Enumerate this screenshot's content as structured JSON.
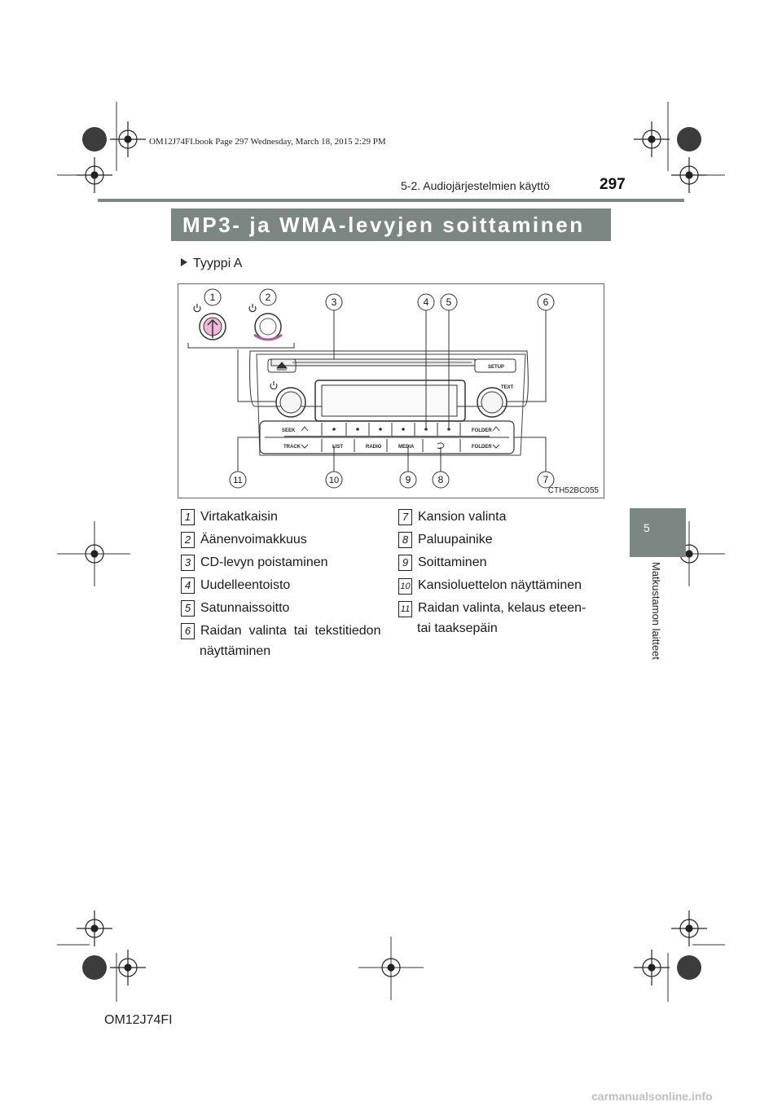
{
  "book_line": "OM12J74FI.book  Page 297  Wednesday, March 18, 2015  2:29 PM",
  "header": {
    "section": "5-2. Audiojärjestelmien käyttö",
    "page_number": "297"
  },
  "title": "MP3- ja WMA-levyjen soittaminen",
  "side_tab": {
    "chapter": "5",
    "label": "Matkustamon laitteet"
  },
  "subheading": "Tyyppi A",
  "figure": {
    "code": "CTH52BC055",
    "callouts": [
      "1",
      "2",
      "3",
      "4",
      "5",
      "6",
      "7",
      "8",
      "9",
      "10",
      "11"
    ],
    "unit_labels": {
      "setup": "SETUP",
      "text": "TEXT",
      "seek": "SEEK",
      "folder_up": "FOLDER",
      "track": "TRACK",
      "list": "LIST",
      "radio": "RADIO",
      "media": "MEDIA",
      "folder_down": "FOLDER"
    }
  },
  "legend_left": [
    {
      "n": "1",
      "lines": [
        "Virtakatkaisin"
      ]
    },
    {
      "n": "2",
      "lines": [
        "Äänenvoimakkuus"
      ]
    },
    {
      "n": "3",
      "lines": [
        "CD-levyn poistaminen"
      ]
    },
    {
      "n": "4",
      "lines": [
        "Uudelleentoisto"
      ]
    },
    {
      "n": "5",
      "lines": [
        "Satunnaissoitto"
      ]
    },
    {
      "n": "6",
      "lines": [
        "Raidan  valinta  tai  tekstitiedon",
        "näyttäminen"
      ]
    }
  ],
  "legend_right": [
    {
      "n": "7",
      "lines": [
        "Kansion valinta"
      ]
    },
    {
      "n": "8",
      "lines": [
        "Paluupainike"
      ]
    },
    {
      "n": "9",
      "lines": [
        "Soittaminen"
      ]
    },
    {
      "n": "10",
      "lines": [
        "Kansioluettelon näyttäminen"
      ]
    },
    {
      "n": "11",
      "lines": [
        "Raidan valinta, kelaus eteen-",
        "tai taaksepäin"
      ]
    }
  ],
  "footer_code": "OM12J74FI",
  "watermark": "carmanualsonline.info"
}
